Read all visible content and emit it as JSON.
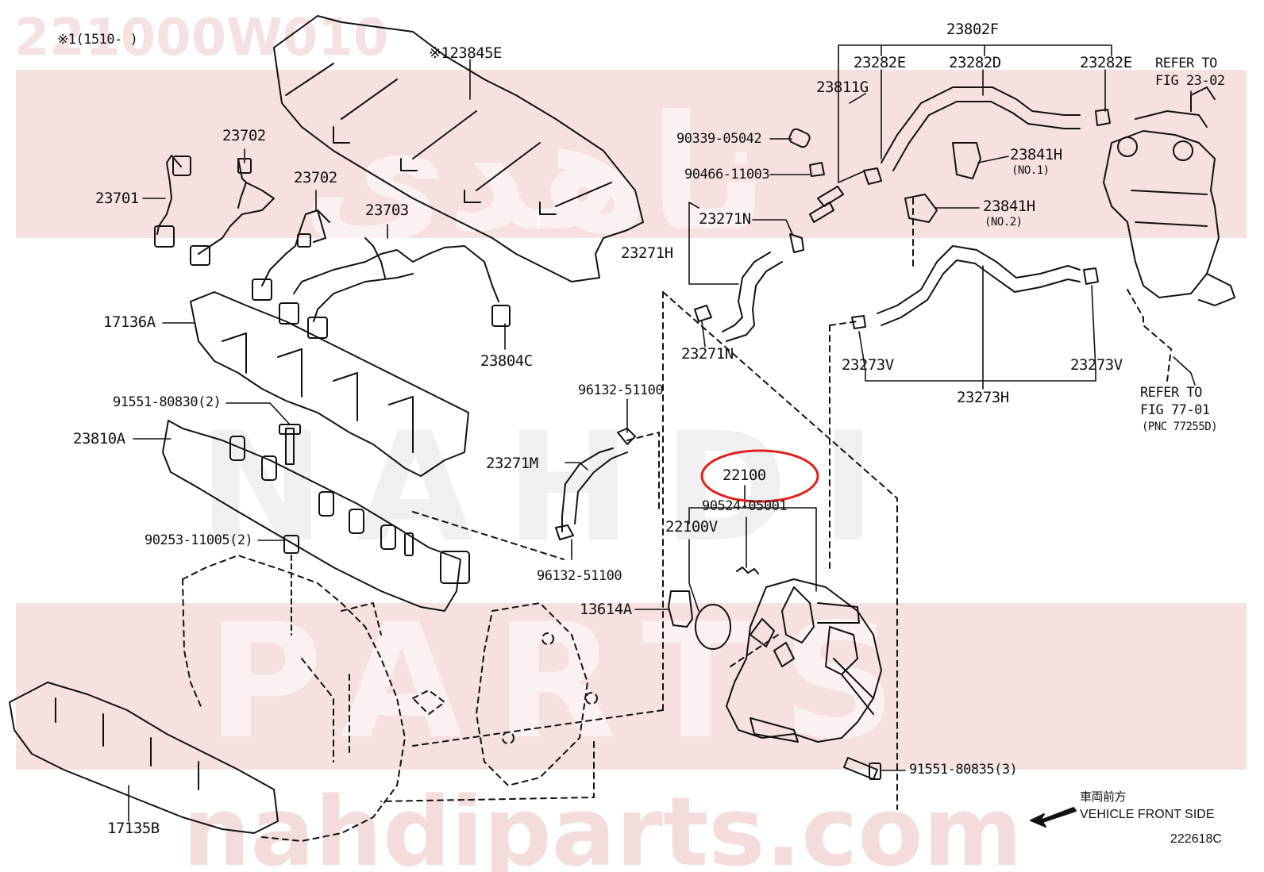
{
  "watermark": {
    "part_number": "221000W010",
    "brand_ar": "ناهدي",
    "brand_latin": "NAHDI",
    "brand_parts": "PARTS",
    "website": "nahdiparts.com"
  },
  "header_note": "※1(1510-     )",
  "labels": {
    "p23845E": "※123845E",
    "p23702a": "23702",
    "p23702b": "23702",
    "p23701": "23701",
    "p23703": "23703",
    "p23804C": "23804C",
    "p17136A": "17136A",
    "p91551_80830": "91551-80830(2)",
    "p23810A": "23810A",
    "p90253_11005": "90253-11005(2)",
    "p17135B": "17135B",
    "p23802F": "23802F",
    "p23282E_a": "23282E",
    "p23282D": "23282D",
    "p23282E_b": "23282E",
    "p23811G": "23811G",
    "p90339_05042": "90339-05042",
    "p90466_11003": "90466-11003",
    "p23841H_1": "23841H",
    "p23841H_1_note": "(NO.1)",
    "p23841H_2": "23841H",
    "p23841H_2_note": "(NO.2)",
    "p23271N_a": "23271N",
    "p23271H": "23271H",
    "p23271N_b": "23271N",
    "p23273V_a": "23273V",
    "p23273V_b": "23273V",
    "p23273H": "23273H",
    "p96132_51100_a": "96132-51100",
    "p23271M": "23271M",
    "p96132_51100_b": "96132-51100",
    "p22100": "22100",
    "p90524": "90524-05001",
    "p22100V": "22100V",
    "p13614A": "13614A",
    "p91551_80835": "91551-80835(3)",
    "refer1_line1": "REFER TO",
    "refer1_line2": "FIG 23-02",
    "refer2_line1": "REFER TO",
    "refer2_line2": "FIG 77-01",
    "refer2_line3": "(PNC 77255D)",
    "front_jp": "車両前方",
    "front_en": "VEHICLE FRONT SIDE",
    "figure_code": "222618C"
  },
  "highlight": {
    "part": "22100",
    "color": "#e0201c"
  },
  "colors": {
    "watermark_band": "#c43c3c",
    "line": "#111111"
  }
}
